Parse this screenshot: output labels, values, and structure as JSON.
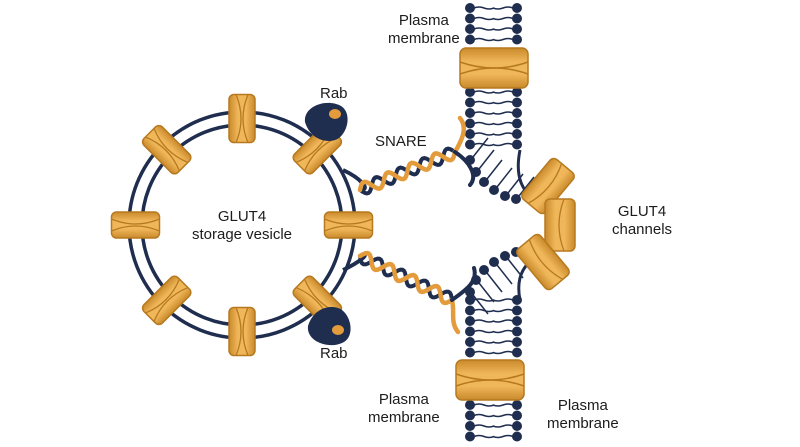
{
  "labels": {
    "plasma_membrane_top": [
      "Plasma",
      "membrane"
    ],
    "rab_top": "Rab",
    "snare": "SNARE",
    "vesicle": [
      "GLUT4",
      "storage vesicle"
    ],
    "glut4_channels": [
      "GLUT4",
      "channels"
    ],
    "rab_bottom": "Rab",
    "plasma_membrane_bottom_left": [
      "Plasma",
      "membrane"
    ],
    "plasma_membrane_bottom_right": [
      "Plasma",
      "membrane"
    ]
  },
  "colors": {
    "navy": "#1f2d4f",
    "protein_orange": "#e0a03c",
    "protein_dark": "#b7791f",
    "snare_orange": "#e39b3b",
    "background": "#ffffff"
  }
}
